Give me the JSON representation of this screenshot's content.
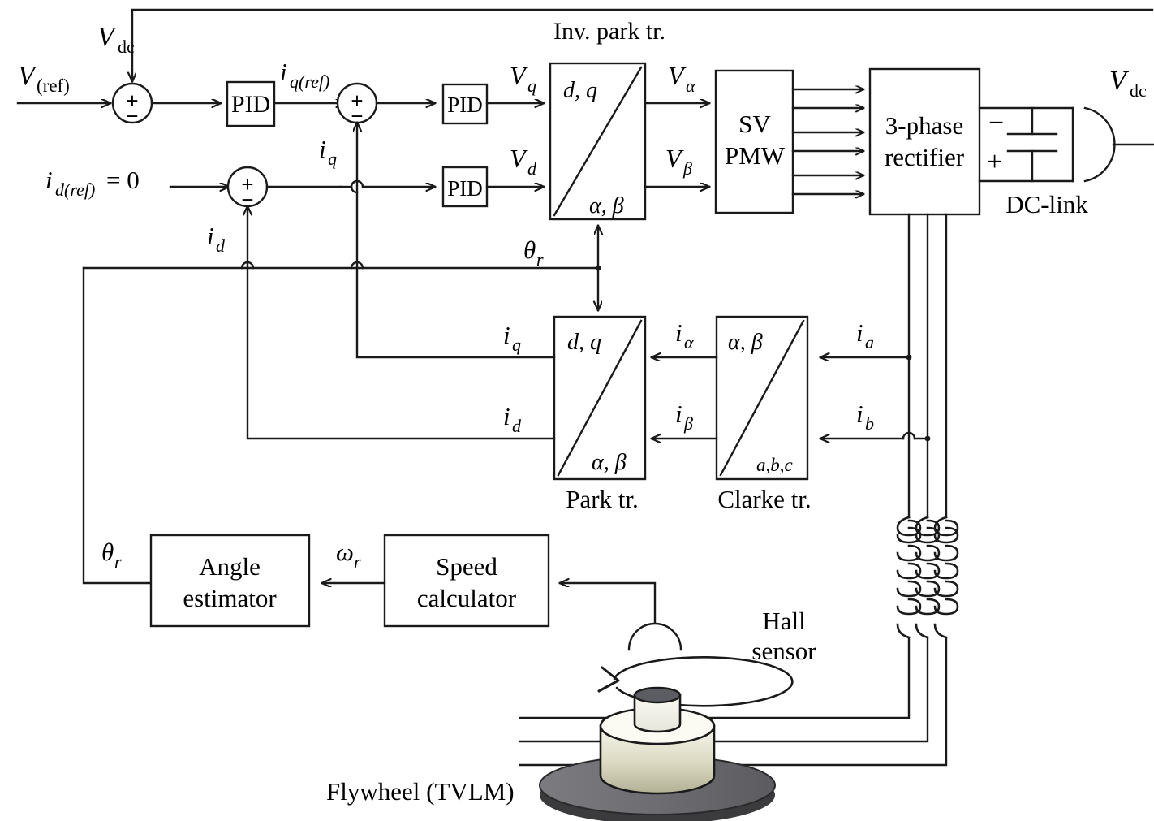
{
  "diagram": {
    "title": "Flywheel (TVLM) field-oriented control block diagram",
    "stroke_color": "#1a1a1a",
    "background": "#ffffff"
  },
  "blocks": {
    "pid_voltage": "PID",
    "pid_q": "PID",
    "pid_d": "PID",
    "inv_park_caption": "Inv. park tr.",
    "inv_park_top": "d, q",
    "inv_park_bottom": "α, β",
    "svpmw_line1": "SV",
    "svpmw_line2": "PMW",
    "rectifier_line1": "3-phase",
    "rectifier_line2": "rectifier",
    "park_caption": "Park tr.",
    "park_top": "d, q",
    "park_bottom": "α, β",
    "clarke_caption": "Clarke tr.",
    "clarke_top": "α, β",
    "clarke_bottom": "a,b,c",
    "angle_estimator_line1": "Angle",
    "angle_estimator_line2": "estimator",
    "speed_calculator_line1": "Speed",
    "speed_calculator_line2": "calculator"
  },
  "signals": {
    "v_ref": "V",
    "v_ref_sub": "(ref)",
    "v_dc_top": "V",
    "v_dc_top_sub": "dc",
    "v_dc_right": "V",
    "v_dc_right_sub": "dc",
    "iq_ref": "i",
    "iq_ref_sub": "q(ref)",
    "id_ref": "i",
    "id_ref_sub": "d(ref)",
    "id_ref_eq": " = 0",
    "i_q": "i",
    "i_q_sub": "q",
    "i_d": "i",
    "i_d_sub": "d",
    "v_q": "V",
    "v_q_sub": "q",
    "v_d": "V",
    "v_d_sub": "d",
    "v_alpha": "V",
    "v_alpha_sub": "α",
    "v_beta": "V",
    "v_beta_sub": "β",
    "i_alpha": "i",
    "i_alpha_sub": "α",
    "i_beta": "i",
    "i_beta_sub": "β",
    "i_a": "i",
    "i_a_sub": "a",
    "i_b": "i",
    "i_b_sub": "b",
    "theta_r_left": "θ",
    "theta_r_left_sub": "r",
    "theta_r_mid": "θ",
    "theta_r_mid_sub": "r",
    "omega_r": "ω",
    "omega_r_sub": "r",
    "park_iq": "i",
    "park_iq_sub": "q",
    "park_id": "i",
    "park_id_sub": "d"
  },
  "annotations": {
    "dc_link": "DC-link",
    "dc_minus": "−",
    "dc_plus": "+",
    "hall_sensor_line1": "Hall",
    "hall_sensor_line2": "sensor",
    "flywheel": "Flywheel (TVLM)",
    "sum_plus": "+",
    "sum_minus": "−"
  },
  "colors": {
    "flywheel_body_top": "#f3f3e8",
    "flywheel_body_bottom": "#b8b79a",
    "flywheel_base": "#6a6a6e",
    "flywheel_base_side": "#3a3a3c",
    "hub_top": "#5c5c63",
    "line": "#1a1a1a"
  }
}
